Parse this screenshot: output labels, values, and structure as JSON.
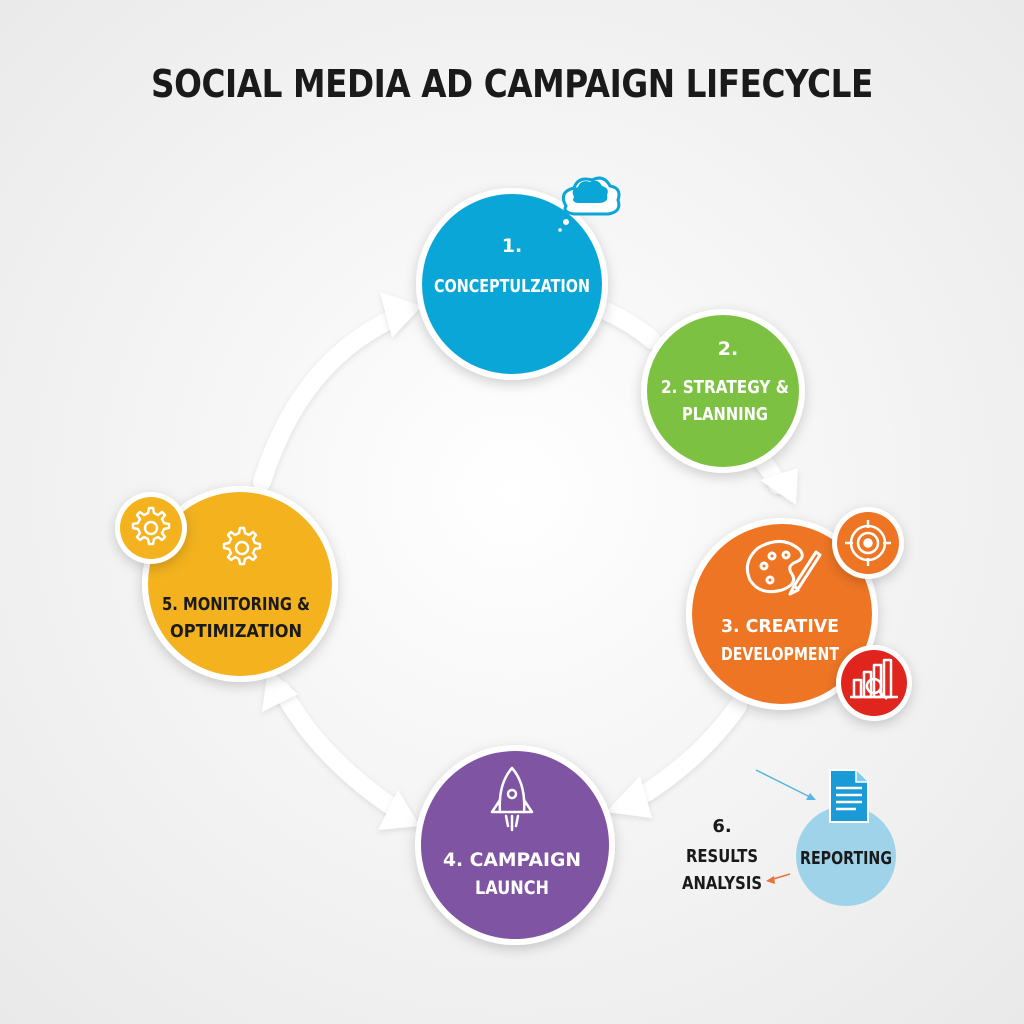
{
  "title": "SOCIAL MEDIA AD CAMPAIGN LIFECYCLE",
  "stages": [
    {
      "id": "conceptualization",
      "number": "1.",
      "label": "CONCEPTULZATION",
      "color": "#0aa6d8",
      "icon": "thought-cloud-icon"
    },
    {
      "id": "strategy",
      "number": "2.",
      "label_line1": "2. STRATEGY &",
      "label_line2": "PLANNING",
      "color": "#7cc142",
      "icon": null
    },
    {
      "id": "creative",
      "label_line1": "3. CREATIVE",
      "label_line2": "DEVELOPMENT",
      "color": "#ee7524",
      "icon": "paint-palette-icon",
      "badges": [
        "target-icon",
        "bar-chart-magnifier-icon"
      ]
    },
    {
      "id": "launch",
      "label_line1": "4. CAMPAIGN",
      "label_line2": "LAUNCH",
      "color": "#7e54a3",
      "icon": "rocket-icon"
    },
    {
      "id": "monitoring",
      "label_line1": "5. MONITORING &",
      "label_line2": "OPTIMIZATION",
      "color": "#f3b21e",
      "icon": "gear-icon",
      "badges": [
        "gear-icon"
      ]
    }
  ],
  "reporting": {
    "number": "6.",
    "results_line1": "RESULTS",
    "results_line2": "ANALYSIS",
    "label": "REPORTING",
    "color": "#9ed3ea",
    "icon": "document-icon"
  },
  "colors": {
    "badge_orange": "#ee7524",
    "badge_yellow": "#f3b21e",
    "badge_red": "#e0251f",
    "arrow": "#ffffff"
  }
}
